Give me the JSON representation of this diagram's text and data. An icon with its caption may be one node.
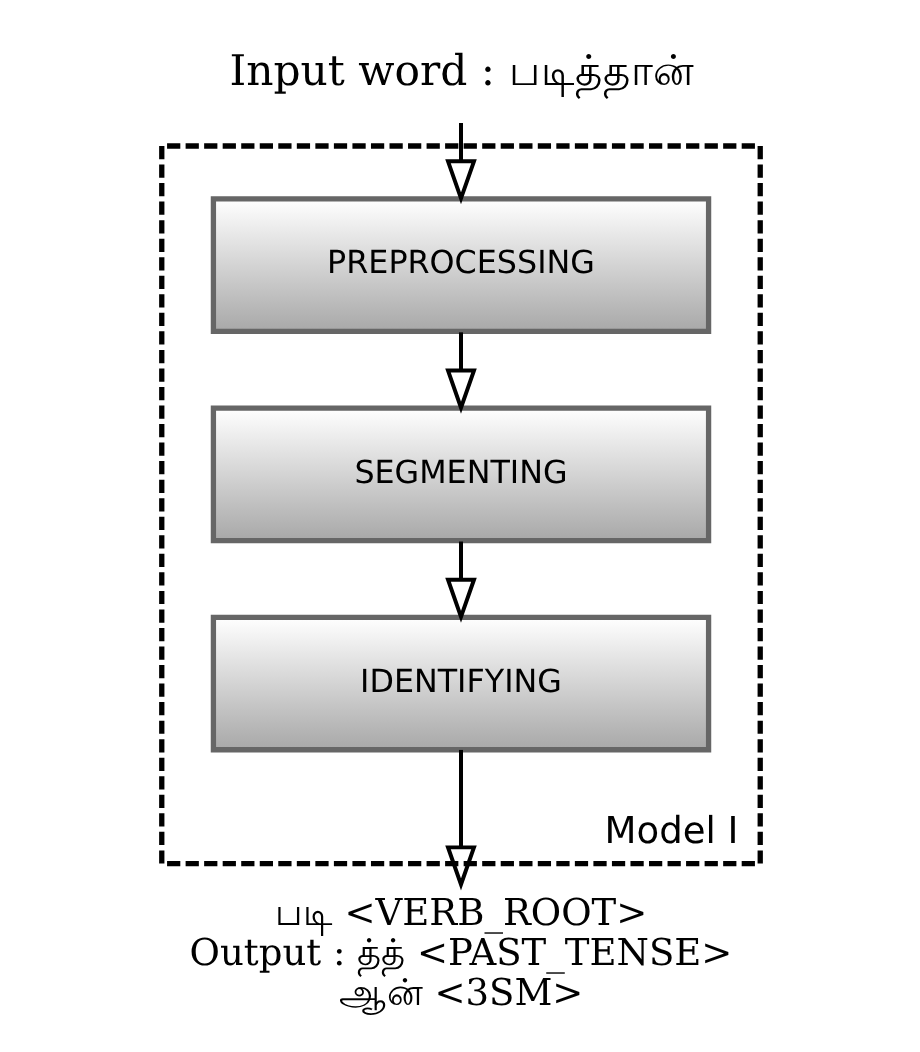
{
  "diagram": {
    "nodes": [
      {
        "text": [
          "Input word : படித்தான்"
        ]
      },
      {
        "text": [
          "Model I"
        ]
      },
      {
        "text": [
          "PREPROCESSING"
        ],
        "in": 1
      },
      {
        "text": [
          "SEGMENTING"
        ],
        "in": 1
      },
      {
        "text": [
          "IDENTIFYING"
        ],
        "in": 1
      },
      {
        "text": [
          "படி <VERB_ROOT>",
          "Output : த்த் <PAST_TENSE>",
          "ஆன் <3SM>"
        ]
      }
    ],
    "edges": [
      {
        "from": 0,
        "to": 2,
        "arrow": "to"
      },
      {
        "from": 2,
        "to": 3,
        "arrow": "to"
      },
      {
        "from": 3,
        "to": 4,
        "arrow": "to"
      },
      {
        "from": 4,
        "to": 5,
        "arrow": "to"
      }
    ]
  }
}
